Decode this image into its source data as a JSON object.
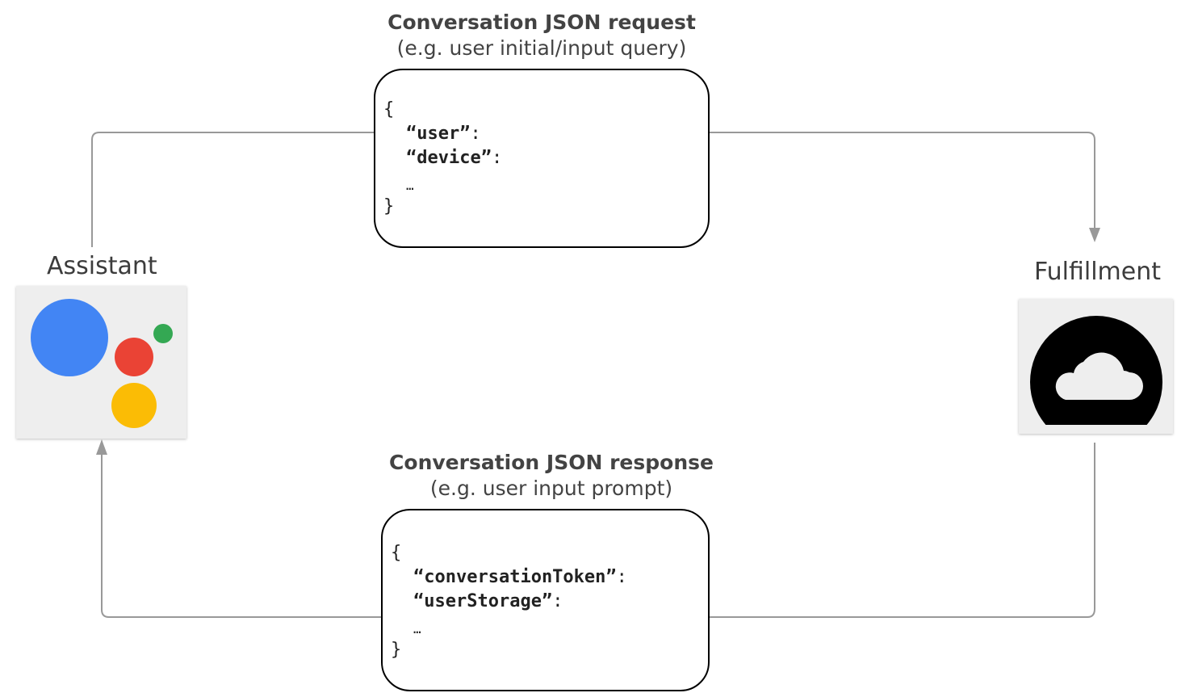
{
  "request": {
    "title": "Conversation JSON request",
    "subtitle": "(e.g. user initial/input query)",
    "json": {
      "open": "{",
      "keys": [
        "“user”",
        "“device”"
      ],
      "colon": ":",
      "ellipsis": "…",
      "close": "}"
    }
  },
  "response": {
    "title": "Conversation JSON response",
    "subtitle": "(e.g. user input prompt)",
    "json": {
      "open": "{",
      "keys": [
        "“conversationToken”",
        "“userStorage”"
      ],
      "colon": ":",
      "ellipsis": "…",
      "close": "}"
    }
  },
  "assistant": {
    "label": "Assistant",
    "icon": "google-assistant-icon",
    "colors": {
      "blue": "#4285F4",
      "red": "#EA4335",
      "yellow": "#FBBC05",
      "green": "#34A853"
    }
  },
  "fulfillment": {
    "label": "Fulfillment",
    "icon": "cloud-functions-icon"
  },
  "colors": {
    "connector": "#999999",
    "box_border": "#000000",
    "tile_background": "#eeeeee"
  }
}
